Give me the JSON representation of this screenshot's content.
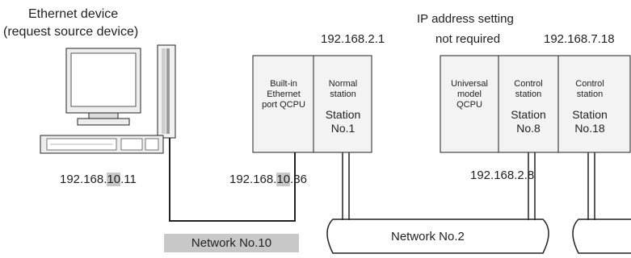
{
  "device": {
    "title_line1": "Ethernet device",
    "title_line2": "(request source device)",
    "ip_prefix": "192.168.",
    "ip_network": "10",
    "ip_suffix": ".11"
  },
  "cpu1": {
    "module_label_l1": "Built-in",
    "module_label_l2": "Ethernet",
    "module_label_l3": "port QCPU",
    "station_type_l1": "Normal",
    "station_type_l2": "station",
    "station_l1": "Station",
    "station_l2": "No.1",
    "ip_top": "192.168.2.1",
    "ip_bottom_prefix": "192.168.",
    "ip_bottom_network": "10",
    "ip_bottom_suffix": ".36"
  },
  "cpu2": {
    "note_l1": "IP address setting",
    "note_l2": "not required",
    "module_label_l1": "Universal",
    "module_label_l2": "model",
    "module_label_l3": "QCPU",
    "station8_type_l1": "Control",
    "station8_type_l2": "station",
    "station8_l1": "Station",
    "station8_l2": "No.8",
    "station18_type_l1": "Control",
    "station18_type_l2": "station",
    "station18_l1": "Station",
    "station18_l2": "No.18",
    "ip_top": "192.168.7.18",
    "ip_bottom_prefix": "192.168.",
    "ip_bottom_suffix": "2.8"
  },
  "networks": {
    "net10": "Network No.10",
    "net2": "Network No.2"
  },
  "colors": {
    "highlight": "#c8c8c8",
    "line": "#222222"
  }
}
